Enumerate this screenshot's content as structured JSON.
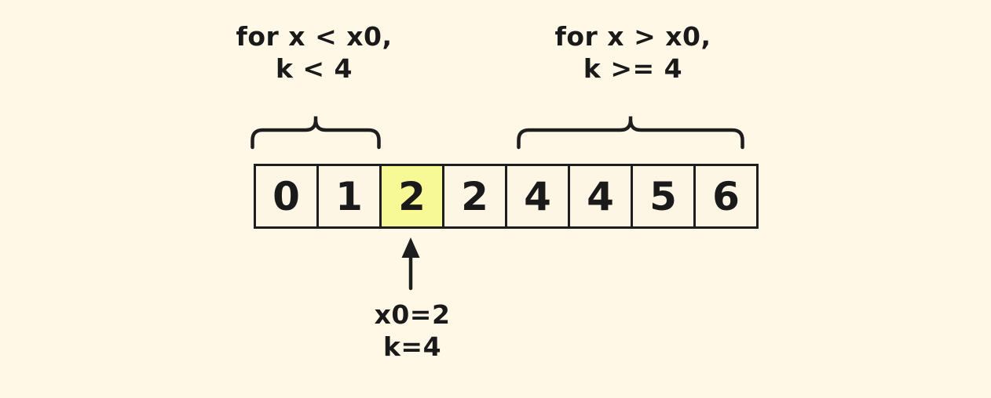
{
  "colors": {
    "background": "#FFF8E7",
    "cell-bg": "#FDF6E4",
    "highlight": "#F7F996",
    "line": "#1E1E1E",
    "text": "#1A1A1A"
  },
  "annotations": {
    "left_region": {
      "line1": "for x < x0,",
      "line2": "k < 4"
    },
    "right_region": {
      "line1": "for x > x0,",
      "line2": "k >= 4"
    },
    "pointer": {
      "line1": "x0=2",
      "line2": "k=4"
    }
  },
  "array": {
    "values": [
      "0",
      "1",
      "2",
      "2",
      "4",
      "4",
      "5",
      "6"
    ],
    "highlighted_index": 2
  }
}
